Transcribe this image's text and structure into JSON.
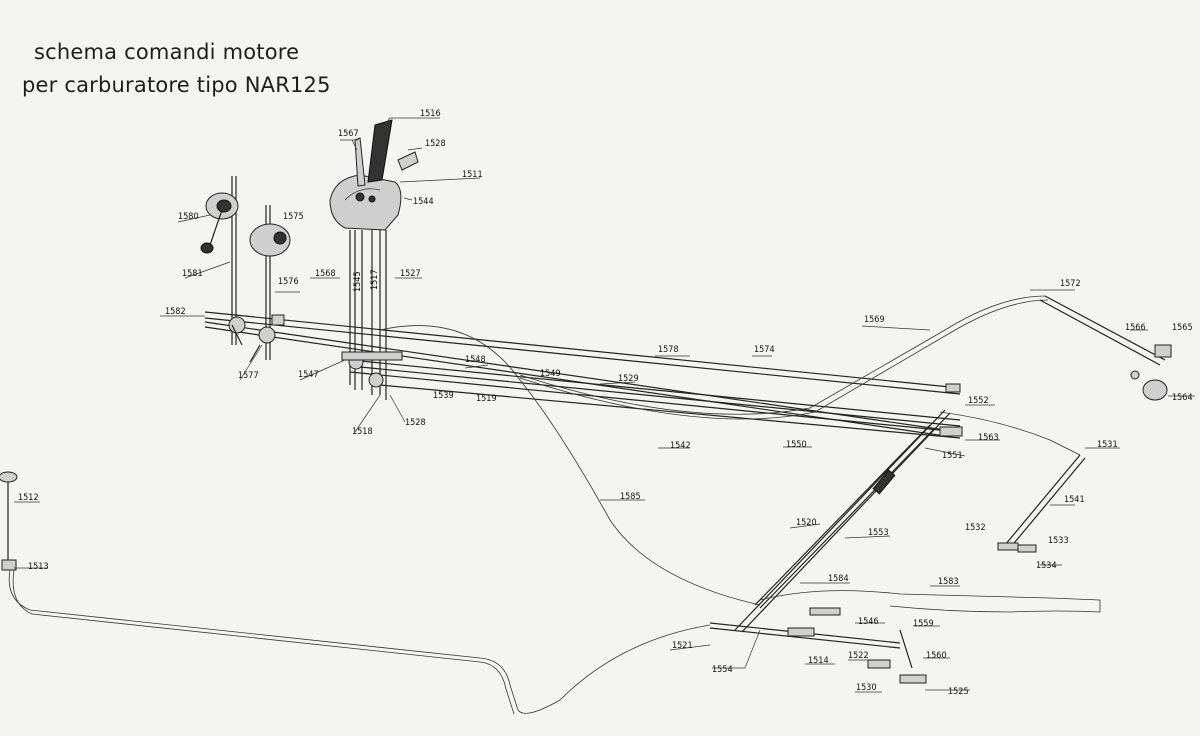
{
  "title": {
    "line1": "schema comandi motore",
    "line2": "per carburatore tipo NAR125"
  },
  "callouts": {
    "c1511": "1511",
    "c1512": "1512",
    "c1513": "1513",
    "c1514": "1514",
    "c1516": "1516",
    "c1517": "1517",
    "c1518": "1518",
    "c1519": "1519",
    "c1520": "1520",
    "c1521": "1521",
    "c1522": "1522",
    "c1525": "1525",
    "c1527": "1527",
    "c1528a": "1528",
    "c1528b": "1528",
    "c1529": "1529",
    "c1530": "1530",
    "c1531": "1531",
    "c1532": "1532",
    "c1533": "1533",
    "c1534": "1534",
    "c1539": "1539",
    "c1541": "1541",
    "c1542": "1542",
    "c1544": "1544",
    "c1545": "1545",
    "c1546": "1546",
    "c1547": "1547",
    "c1548": "1548",
    "c1549": "1549",
    "c1550": "1550",
    "c1551": "1551",
    "c1552": "1552",
    "c1553": "1553",
    "c1554": "1554",
    "c1559": "1559",
    "c1560": "1560",
    "c1563": "1563",
    "c1564": "1564",
    "c1565": "1565",
    "c1566": "1566",
    "c1567": "1567",
    "c1568": "1568",
    "c1569": "1569",
    "c1572": "1572",
    "c1574": "1574",
    "c1575": "1575",
    "c1576": "1576",
    "c1577": "1577",
    "c1578": "1578",
    "c1580": "1580",
    "c1581": "1581",
    "c1582": "1582",
    "c1583": "1583",
    "c1584": "1584",
    "c1585": "1585"
  }
}
